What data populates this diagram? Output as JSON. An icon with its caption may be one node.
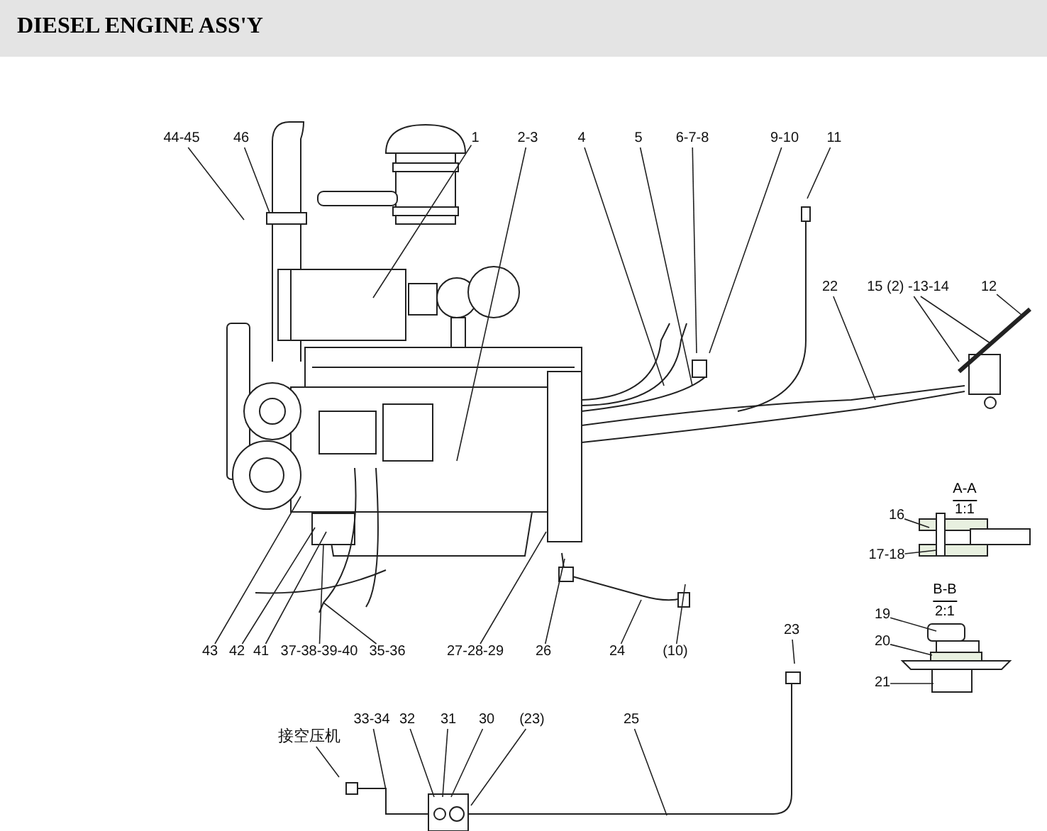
{
  "diagram": {
    "title": "DIESEL ENGINE ASS'Y",
    "nodes": [
      {
        "text": [
          "44-45"
        ]
      },
      {
        "text": [
          "46"
        ]
      },
      {
        "text": [
          "1"
        ]
      },
      {
        "text": [
          "2-3"
        ]
      },
      {
        "text": [
          "4"
        ]
      },
      {
        "text": [
          "5"
        ]
      },
      {
        "text": [
          "6-7-8"
        ]
      },
      {
        "text": [
          "9-10"
        ]
      },
      {
        "text": [
          "11"
        ]
      },
      {
        "text": [
          "22"
        ]
      },
      {
        "text": [
          "15 (2) -13-14"
        ]
      },
      {
        "text": [
          "12"
        ]
      },
      {
        "text": [
          "16"
        ]
      },
      {
        "text": [
          "17-18"
        ]
      },
      {
        "text": [
          "19"
        ]
      },
      {
        "text": [
          "20"
        ]
      },
      {
        "text": [
          "21"
        ]
      },
      {
        "text": [
          "23"
        ]
      },
      {
        "text": [
          "43"
        ]
      },
      {
        "text": [
          "42"
        ]
      },
      {
        "text": [
          "41"
        ]
      },
      {
        "text": [
          "37-38-39-40"
        ]
      },
      {
        "text": [
          "35-36"
        ]
      },
      {
        "text": [
          "27-28-29"
        ]
      },
      {
        "text": [
          "26"
        ]
      },
      {
        "text": [
          "24"
        ]
      },
      {
        "text": [
          "(10)"
        ]
      },
      {
        "text": [
          "33-34"
        ]
      },
      {
        "text": [
          "32"
        ]
      },
      {
        "text": [
          "31"
        ]
      },
      {
        "text": [
          "30"
        ]
      },
      {
        "text": [
          "(23)"
        ]
      },
      {
        "text": [
          "25"
        ]
      },
      {
        "text": [
          "接空压机"
        ]
      }
    ],
    "edges": [
      {
        "from": 0,
        "to": null,
        "arrow": "none"
      },
      {
        "from": 1,
        "to": null,
        "arrow": "none"
      },
      {
        "from": 2,
        "to": null,
        "arrow": "none"
      },
      {
        "from": 3,
        "to": null,
        "arrow": "none"
      },
      {
        "from": 4,
        "to": null,
        "arrow": "none"
      },
      {
        "from": 5,
        "to": null,
        "arrow": "none"
      },
      {
        "from": 6,
        "to": null,
        "arrow": "none"
      },
      {
        "from": 7,
        "to": null,
        "arrow": "none"
      },
      {
        "from": 8,
        "to": null,
        "arrow": "none"
      },
      {
        "from": 9,
        "to": null,
        "arrow": "none"
      },
      {
        "from": 10,
        "to": null,
        "arrow": "none"
      },
      {
        "from": 10,
        "to": null,
        "arrow": "none"
      },
      {
        "from": 11,
        "to": null,
        "arrow": "none"
      },
      {
        "from": 12,
        "to": null,
        "arrow": "none"
      },
      {
        "from": 13,
        "to": null,
        "arrow": "none"
      },
      {
        "from": 14,
        "to": null,
        "arrow": "none"
      },
      {
        "from": 15,
        "to": null,
        "arrow": "none"
      },
      {
        "from": 16,
        "to": null,
        "arrow": "none"
      },
      {
        "from": 17,
        "to": null,
        "arrow": "none"
      },
      {
        "from": 18,
        "to": null,
        "arrow": "none"
      },
      {
        "from": 19,
        "to": null,
        "arrow": "none"
      },
      {
        "from": 20,
        "to": null,
        "arrow": "none"
      },
      {
        "from": 21,
        "to": null,
        "arrow": "none"
      },
      {
        "from": 22,
        "to": null,
        "arrow": "none"
      },
      {
        "from": 23,
        "to": null,
        "arrow": "none"
      },
      {
        "from": 24,
        "to": null,
        "arrow": "none"
      },
      {
        "from": 25,
        "to": null,
        "arrow": "none"
      },
      {
        "from": 26,
        "to": null,
        "arrow": "none"
      },
      {
        "from": 27,
        "to": null,
        "arrow": "none"
      },
      {
        "from": 28,
        "to": null,
        "arrow": "none"
      },
      {
        "from": 29,
        "to": null,
        "arrow": "none"
      },
      {
        "from": 30,
        "to": null,
        "arrow": "none"
      },
      {
        "from": 31,
        "to": null,
        "arrow": "none"
      },
      {
        "from": 32,
        "to": null,
        "arrow": "none"
      },
      {
        "from": 33,
        "to": null,
        "arrow": "none"
      }
    ],
    "labels": [
      "A-A",
      "1:1",
      "B-B",
      "2:1"
    ]
  }
}
